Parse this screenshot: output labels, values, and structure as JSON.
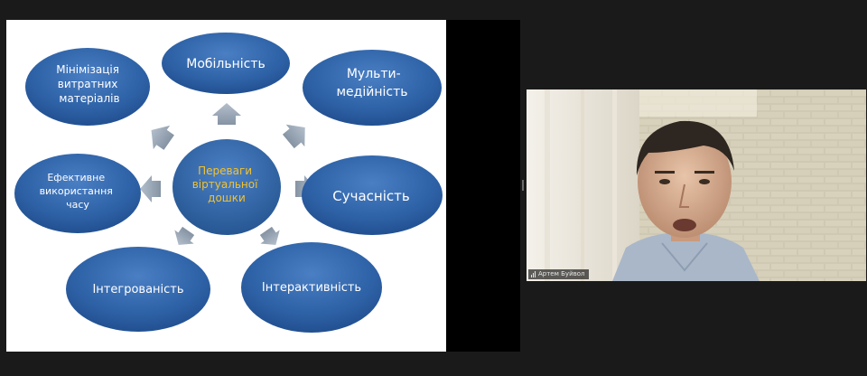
{
  "center": {
    "text": [
      "Переваги",
      "віртуальної",
      "дошки"
    ]
  },
  "nodes": {
    "minimization": {
      "text": [
        "Мінімізація",
        "витратних",
        "матеріалів"
      ]
    },
    "mobility": {
      "text": [
        "Мобільність"
      ]
    },
    "multimedia": {
      "text": [
        "Мульти-",
        "медійність"
      ]
    },
    "effective": {
      "text": [
        "Ефективне",
        "використання",
        "часу"
      ]
    },
    "modernity": {
      "text": [
        "Сучасність"
      ]
    },
    "integration": {
      "text": [
        "Інтегрованість"
      ]
    },
    "interactivity": {
      "text": [
        "Інтерактивність"
      ]
    }
  },
  "participant": {
    "name": "Артем Буйвол"
  },
  "icons": {
    "mic": "mic-icon",
    "splitter": "splitter-handle"
  },
  "colors": {
    "node_fill": "#2f63a8",
    "center_text": "#f2c230",
    "arrow": "#9aa7b6",
    "background": "#1a1a1a"
  }
}
